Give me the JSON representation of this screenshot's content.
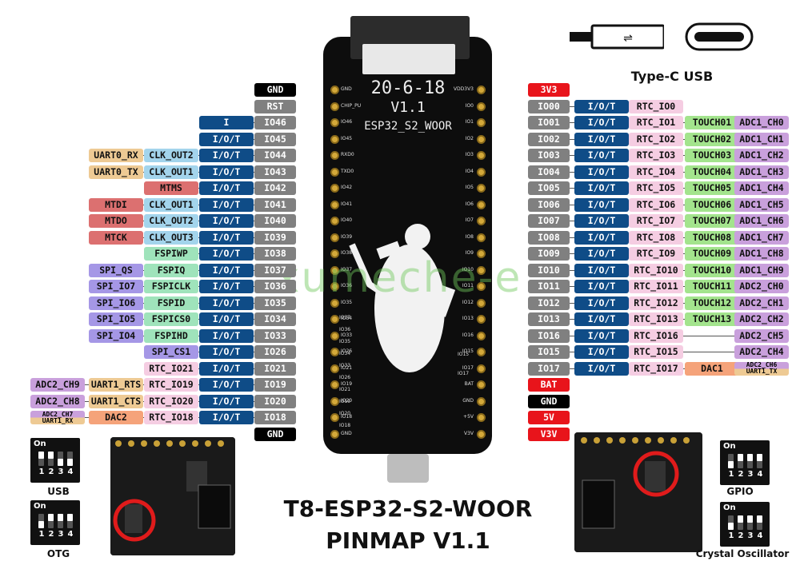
{
  "colors": {
    "power": "#e8141b",
    "gnd": "#000000",
    "gpio": "#808080",
    "io_type": "#0f4c87",
    "rtc": "#f5cde2",
    "touch": "#a3e48d",
    "adc": "#c9a0dc",
    "uart": "#eeca94",
    "dac": "#f5a37a",
    "jtag": "#dc7070",
    "clk": "#a3d4ec",
    "fspi": "#9fe3bb",
    "spi": "#a597e6"
  },
  "board": {
    "date": "20-6-18",
    "version": "V1.1",
    "name": "ESP32_S2_WOOR",
    "left_silk": [
      "GND",
      "CHIP_PU",
      "IO46",
      "IO45",
      "RXD0",
      "TXD0",
      "IO42",
      "IO41",
      "IO40",
      "IO39",
      "IO38",
      "IO37",
      "IO36",
      "IO35",
      "IO34",
      "IO33",
      "IO26",
      "IO21",
      "IO19",
      "IO20",
      "IO18",
      "GND"
    ],
    "right_silk": [
      "VDD3V3",
      "IO0",
      "IO1",
      "IO2",
      "IO3",
      "IO4",
      "IO5",
      "IO6",
      "IO7",
      "IO8",
      "IO9",
      "IO10",
      "IO11",
      "IO12",
      "IO13",
      "IO16",
      "IO15",
      "IO17",
      "BAT",
      "GND",
      "+5V",
      "V3V"
    ],
    "inner_left_silk": [
      "IO37",
      "IO36",
      "IO35",
      "IO34",
      "IO33",
      "IO26",
      "IO21",
      "IO19",
      "IO20",
      "IO18"
    ],
    "inner_right_silk": [
      "IO15",
      "IO17"
    ]
  },
  "usb": {
    "title": "Type-C USB",
    "icon": "usb-icon"
  },
  "titles": {
    "line1": "T8-ESP32-S2-WOOR",
    "line2": "PINMAP V1.1"
  },
  "watermark": "xumeche-e",
  "switches": [
    {
      "caption": "USB",
      "on": "On",
      "nums": [
        "1",
        "2",
        "3",
        "4"
      ]
    },
    {
      "caption": "OTG",
      "on": "On",
      "nums": [
        "1",
        "2",
        "3",
        "4"
      ]
    },
    {
      "caption": "GPIO",
      "on": "On",
      "nums": [
        "1",
        "2",
        "3",
        "4"
      ]
    },
    {
      "caption": "Crystal Oscillator",
      "on": "On",
      "nums": [
        "1",
        "2",
        "3",
        "4"
      ]
    }
  ],
  "left_rows": [
    [
      {
        "c": "gnd",
        "t": "GND"
      }
    ],
    [
      {
        "c": "gpio",
        "t": "RST"
      }
    ],
    [
      {
        "c": "gpio",
        "t": "IO46"
      },
      {
        "c": "io_type",
        "t": "I"
      }
    ],
    [
      {
        "c": "gpio",
        "t": "IO45"
      },
      {
        "c": "io_type",
        "t": "I/O/T"
      }
    ],
    [
      {
        "c": "gpio",
        "t": "IO44"
      },
      {
        "c": "io_type",
        "t": "I/O/T"
      },
      {
        "c": "clk",
        "t": "CLK_OUT2"
      },
      {
        "c": "uart",
        "t": "UART0_RX"
      }
    ],
    [
      {
        "c": "gpio",
        "t": "IO43"
      },
      {
        "c": "io_type",
        "t": "I/O/T"
      },
      {
        "c": "clk",
        "t": "CLK_OUT1"
      },
      {
        "c": "uart",
        "t": "UART0_TX"
      }
    ],
    [
      {
        "c": "gpio",
        "t": "IO42"
      },
      {
        "c": "io_type",
        "t": "I/O/T"
      },
      {
        "c": "jtag",
        "t": "MTMS"
      }
    ],
    [
      {
        "c": "gpio",
        "t": "IO41"
      },
      {
        "c": "io_type",
        "t": "I/O/T"
      },
      {
        "c": "clk",
        "t": "CLK_OUT1"
      },
      {
        "c": "jtag",
        "t": "MTDI"
      }
    ],
    [
      {
        "c": "gpio",
        "t": "IO40"
      },
      {
        "c": "io_type",
        "t": "I/O/T"
      },
      {
        "c": "clk",
        "t": "CLK_OUT2"
      },
      {
        "c": "jtag",
        "t": "MTDO"
      }
    ],
    [
      {
        "c": "gpio",
        "t": "IO39"
      },
      {
        "c": "io_type",
        "t": "I/O/T"
      },
      {
        "c": "clk",
        "t": "CLK_OUT3"
      },
      {
        "c": "jtag",
        "t": "MTCK"
      }
    ],
    [
      {
        "c": "gpio",
        "t": "IO38"
      },
      {
        "c": "io_type",
        "t": "I/O/T"
      },
      {
        "c": "fspi",
        "t": "FSPIWP"
      }
    ],
    [
      {
        "c": "gpio",
        "t": "IO37"
      },
      {
        "c": "io_type",
        "t": "I/O/T"
      },
      {
        "c": "fspi",
        "t": "FSPIQ"
      },
      {
        "c": "spi",
        "t": "SPI_QS"
      }
    ],
    [
      {
        "c": "gpio",
        "t": "IO36"
      },
      {
        "c": "io_type",
        "t": "I/O/T"
      },
      {
        "c": "fspi",
        "t": "FSPICLK"
      },
      {
        "c": "spi",
        "t": "SPI_IO7"
      }
    ],
    [
      {
        "c": "gpio",
        "t": "IO35"
      },
      {
        "c": "io_type",
        "t": "I/O/T"
      },
      {
        "c": "fspi",
        "t": "FSPID"
      },
      {
        "c": "spi",
        "t": "SPI_IO6"
      }
    ],
    [
      {
        "c": "gpio",
        "t": "IO34"
      },
      {
        "c": "io_type",
        "t": "I/O/T"
      },
      {
        "c": "fspi",
        "t": "FSPICS0"
      },
      {
        "c": "spi",
        "t": "SPI_IO5"
      }
    ],
    [
      {
        "c": "gpio",
        "t": "IO33"
      },
      {
        "c": "io_type",
        "t": "I/O/T"
      },
      {
        "c": "fspi",
        "t": "FSPIHD"
      },
      {
        "c": "spi",
        "t": "SPI_IO4"
      }
    ],
    [
      {
        "c": "gpio",
        "t": "IO26"
      },
      {
        "c": "io_type",
        "t": "I/O/T"
      },
      {
        "c": "spi",
        "t": "SPI_CS1"
      }
    ],
    [
      {
        "c": "gpio",
        "t": "IO21"
      },
      {
        "c": "io_type",
        "t": "I/O/T"
      },
      {
        "c": "rtc",
        "t": "RTC_IO21"
      }
    ],
    [
      {
        "c": "gpio",
        "t": "IO19"
      },
      {
        "c": "io_type",
        "t": "I/O/T"
      },
      {
        "c": "rtc",
        "t": "RTC_IO19"
      },
      {
        "c": "uart",
        "t": "UART1_RTS"
      },
      {
        "c": "adc",
        "t": "ADC2_CH9"
      }
    ],
    [
      {
        "c": "gpio",
        "t": "IO20"
      },
      {
        "c": "io_type",
        "t": "I/O/T"
      },
      {
        "c": "rtc",
        "t": "RTC_IO20"
      },
      {
        "c": "uart",
        "t": "UART1_CTS"
      },
      {
        "c": "adc",
        "t": "ADC2_CH8"
      }
    ],
    [
      {
        "c": "gpio",
        "t": "IO18"
      },
      {
        "c": "io_type",
        "t": "I/O/T"
      },
      {
        "c": "rtc",
        "t": "RTC_IO18"
      },
      {
        "c": "dac",
        "t": "DAC2"
      },
      {
        "c": "adcuart",
        "t": "ADC2_CH7",
        "t2": "UART1_RX"
      }
    ],
    [
      {
        "c": "gnd",
        "t": "GND"
      }
    ]
  ],
  "right_rows": [
    [
      {
        "c": "power",
        "t": "3V3"
      }
    ],
    [
      {
        "c": "gpio",
        "t": "IO00"
      },
      {
        "c": "io_type",
        "t": "I/O/T"
      },
      {
        "c": "rtc",
        "t": "RTC_IO0"
      }
    ],
    [
      {
        "c": "gpio",
        "t": "IO01"
      },
      {
        "c": "io_type",
        "t": "I/O/T"
      },
      {
        "c": "rtc",
        "t": "RTC_IO1"
      },
      {
        "c": "touch",
        "t": "TOUCH01"
      },
      {
        "c": "adc",
        "t": "ADC1_CH0"
      }
    ],
    [
      {
        "c": "gpio",
        "t": "IO02"
      },
      {
        "c": "io_type",
        "t": "I/O/T"
      },
      {
        "c": "rtc",
        "t": "RTC_IO2"
      },
      {
        "c": "touch",
        "t": "TOUCH02"
      },
      {
        "c": "adc",
        "t": "ADC1_CH1"
      }
    ],
    [
      {
        "c": "gpio",
        "t": "IO03"
      },
      {
        "c": "io_type",
        "t": "I/O/T"
      },
      {
        "c": "rtc",
        "t": "RTC_IO3"
      },
      {
        "c": "touch",
        "t": "TOUCH03"
      },
      {
        "c": "adc",
        "t": "ADC1_CH2"
      }
    ],
    [
      {
        "c": "gpio",
        "t": "IO04"
      },
      {
        "c": "io_type",
        "t": "I/O/T"
      },
      {
        "c": "rtc",
        "t": "RTC_IO4"
      },
      {
        "c": "touch",
        "t": "TOUCH04"
      },
      {
        "c": "adc",
        "t": "ADC1_CH3"
      }
    ],
    [
      {
        "c": "gpio",
        "t": "IO05"
      },
      {
        "c": "io_type",
        "t": "I/O/T"
      },
      {
        "c": "rtc",
        "t": "RTC_IO5"
      },
      {
        "c": "touch",
        "t": "TOUCH05"
      },
      {
        "c": "adc",
        "t": "ADC1_CH4"
      }
    ],
    [
      {
        "c": "gpio",
        "t": "IO06"
      },
      {
        "c": "io_type",
        "t": "I/O/T"
      },
      {
        "c": "rtc",
        "t": "RTC_IO6"
      },
      {
        "c": "touch",
        "t": "TOUCH06"
      },
      {
        "c": "adc",
        "t": "ADC1_CH5"
      }
    ],
    [
      {
        "c": "gpio",
        "t": "IO07"
      },
      {
        "c": "io_type",
        "t": "I/O/T"
      },
      {
        "c": "rtc",
        "t": "RTC_IO7"
      },
      {
        "c": "touch",
        "t": "TOUCH07"
      },
      {
        "c": "adc",
        "t": "ADC1_CH6"
      }
    ],
    [
      {
        "c": "gpio",
        "t": "IO08"
      },
      {
        "c": "io_type",
        "t": "I/O/T"
      },
      {
        "c": "rtc",
        "t": "RTC_IO8"
      },
      {
        "c": "touch",
        "t": "TOUCH08"
      },
      {
        "c": "adc",
        "t": "ADC1_CH7"
      }
    ],
    [
      {
        "c": "gpio",
        "t": "IO09"
      },
      {
        "c": "io_type",
        "t": "I/O/T"
      },
      {
        "c": "rtc",
        "t": "RTC_IO9"
      },
      {
        "c": "touch",
        "t": "TOUCH09"
      },
      {
        "c": "adc",
        "t": "ADC1_CH8"
      }
    ],
    [
      {
        "c": "gpio",
        "t": "IO10"
      },
      {
        "c": "io_type",
        "t": "I/O/T"
      },
      {
        "c": "rtc",
        "t": "RTC_IO10"
      },
      {
        "c": "touch",
        "t": "TOUCH10"
      },
      {
        "c": "adc",
        "t": "ADC1_CH9"
      }
    ],
    [
      {
        "c": "gpio",
        "t": "IO11"
      },
      {
        "c": "io_type",
        "t": "I/O/T"
      },
      {
        "c": "rtc",
        "t": "RTC_IO11"
      },
      {
        "c": "touch",
        "t": "TOUCH11"
      },
      {
        "c": "adc",
        "t": "ADC2_CH0"
      }
    ],
    [
      {
        "c": "gpio",
        "t": "IO12"
      },
      {
        "c": "io_type",
        "t": "I/O/T"
      },
      {
        "c": "rtc",
        "t": "RTC_IO12"
      },
      {
        "c": "touch",
        "t": "TOUCH12"
      },
      {
        "c": "adc",
        "t": "ADC2_CH1"
      }
    ],
    [
      {
        "c": "gpio",
        "t": "IO13"
      },
      {
        "c": "io_type",
        "t": "I/O/T"
      },
      {
        "c": "rtc",
        "t": "RTC_IO13"
      },
      {
        "c": "touch",
        "t": "TOUCH13"
      },
      {
        "c": "adc",
        "t": "ADC2_CH2"
      }
    ],
    [
      {
        "c": "gpio",
        "t": "IO16"
      },
      {
        "c": "io_type",
        "t": "I/O/T"
      },
      {
        "c": "rtc",
        "t": "RTC_IO16"
      },
      {
        "c": "gap",
        "t": ""
      },
      {
        "c": "adc",
        "t": "ADC2_CH5"
      }
    ],
    [
      {
        "c": "gpio",
        "t": "IO15"
      },
      {
        "c": "io_type",
        "t": "I/O/T"
      },
      {
        "c": "rtc",
        "t": "RTC_IO15"
      },
      {
        "c": "gap",
        "t": ""
      },
      {
        "c": "adc",
        "t": "ADC2_CH4"
      }
    ],
    [
      {
        "c": "gpio",
        "t": "IO17"
      },
      {
        "c": "io_type",
        "t": "I/O/T"
      },
      {
        "c": "rtc",
        "t": "RTC_IO17"
      },
      {
        "c": "dac",
        "t": "DAC1"
      },
      {
        "c": "adcuart",
        "t": "ADC2_CH6",
        "t2": "UART1_TX"
      }
    ],
    [
      {
        "c": "power",
        "t": "BAT"
      }
    ],
    [
      {
        "c": "gnd",
        "t": "GND"
      }
    ],
    [
      {
        "c": "power",
        "t": "5V"
      }
    ],
    [
      {
        "c": "power",
        "t": "V3V"
      }
    ]
  ]
}
